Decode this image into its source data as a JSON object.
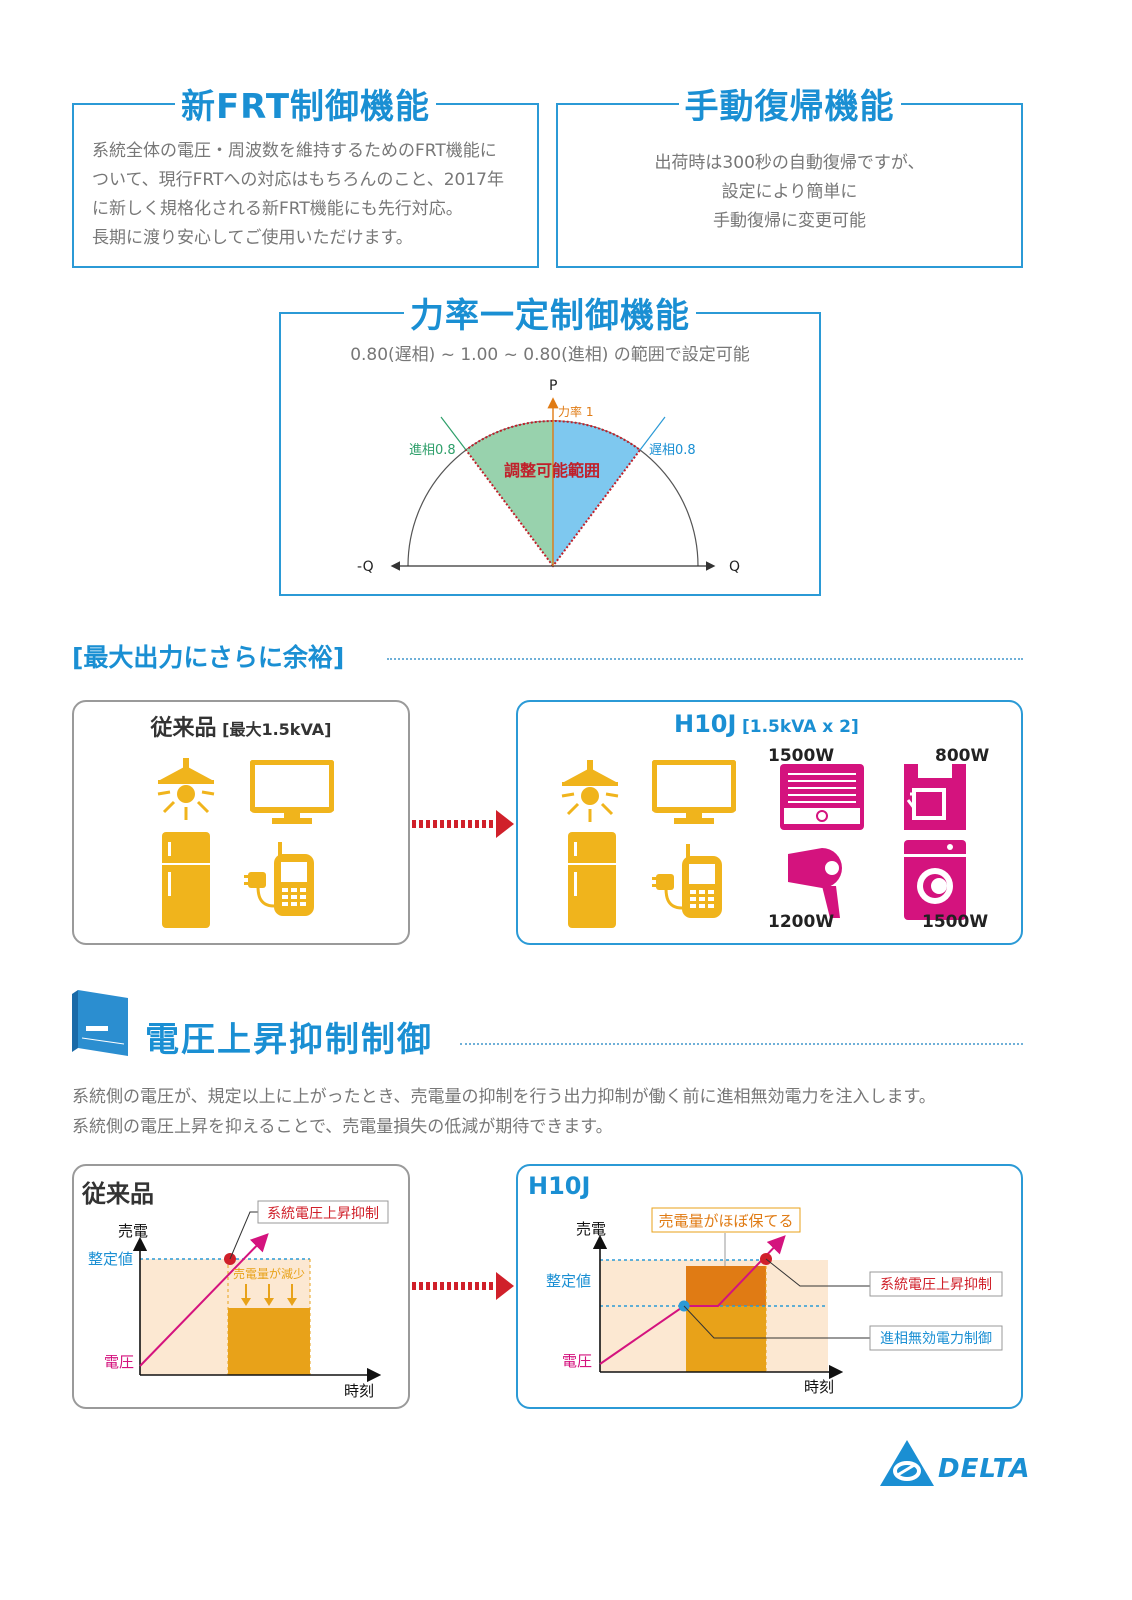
{
  "frt": {
    "title": "新FRT制御機能",
    "lines": [
      "系統全体の電圧・周波数を維持するためのFRT機能に",
      "ついて、現行FRTへの対応はもちろんのこと、2017年",
      "に新しく規格化される新FRT機能にも先行対応。",
      "長期に渡り安心してご使用いただけます。"
    ]
  },
  "manual": {
    "title": "手動復帰機能",
    "lines": [
      "出荷時は300秒の自動復帰ですが、",
      "設定により簡単に",
      "手動復帰に変更可能"
    ]
  },
  "pf": {
    "title": "力率一定制御機能",
    "subtitle": "0.80(遅相) ~ 1.00 ~ 0.80(進相) の範囲で設定可能",
    "p_label": "P",
    "pf1_label": "力率 1",
    "lead_label": "進相0.8",
    "lag_label": "遅相0.8",
    "range_label": "調整可能範囲",
    "negq_label": "-Q",
    "q_label": "Q"
  },
  "output": {
    "heading": "[最大出力にさらに余裕]",
    "conventional_title": "従来品",
    "conventional_note": "[最大1.5kVA]",
    "h10j_title": "H10J",
    "h10j_note": "[1.5kVA x 2]",
    "watt_heater": "1500W",
    "watt_coffee": "800W",
    "watt_dryer": "1200W",
    "watt_washer": "1500W"
  },
  "voltage": {
    "heading": "電圧上昇抑制制御",
    "desc1": "系統側の電圧が、規定以上に上がったとき、売電量の抑制を行う出力抑制が働く前に進相無効電力を注入します。",
    "desc2": "系統側の電圧上昇を抑えることで、売電量損失の低減が期待できます。",
    "left": {
      "title": "従来品",
      "y_label": "売電",
      "setpoint": "整定値",
      "x_label": "時刻",
      "volt": "電圧",
      "callout": "系統電圧上昇抑制",
      "reduce": "売電量が減少"
    },
    "right": {
      "title": "H10J",
      "y_label": "売電",
      "setpoint": "整定値",
      "x_label": "時刻",
      "volt": "電圧",
      "keep": "売電量がほぼ保てる",
      "callout1": "系統電圧上昇抑制",
      "callout2": "進相無効電力制御"
    }
  },
  "brand": {
    "logo": "DELTA"
  },
  "colors": {
    "accent": "#1a8fd3",
    "yellow": "#f0b41c",
    "magenta": "#d4137e",
    "red": "#d0202a",
    "orange": "#e8a219"
  }
}
